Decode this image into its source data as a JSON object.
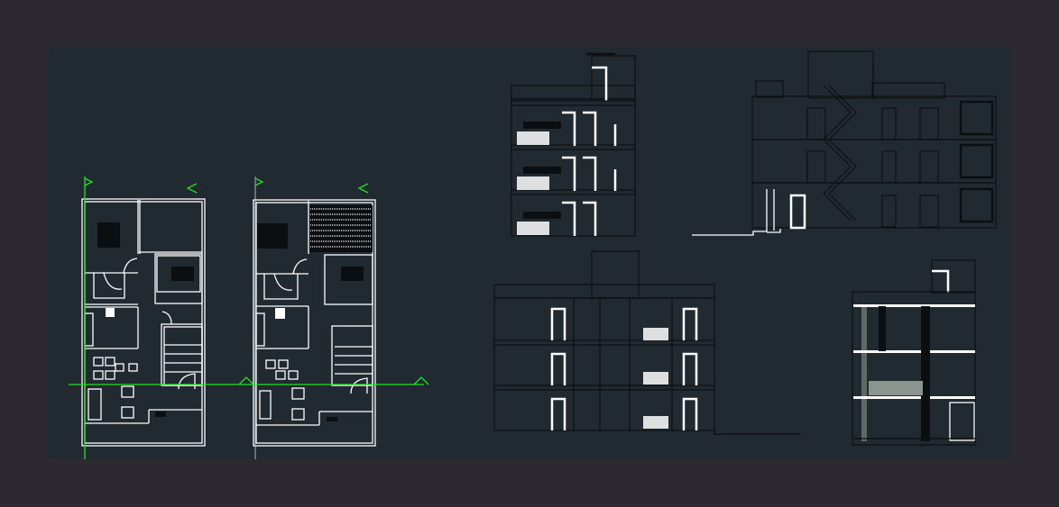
{
  "colors": {
    "workspace_background": "#2c2931",
    "drawing_background": "#222a31",
    "line_white": "#ffffff",
    "line_black": "#0c0f12",
    "axis_green": "#22e022"
  },
  "drawings": [
    "floor-plan-ground",
    "floor-plan-upper",
    "section-front",
    "section-side",
    "elevation-side",
    "facade-front"
  ]
}
